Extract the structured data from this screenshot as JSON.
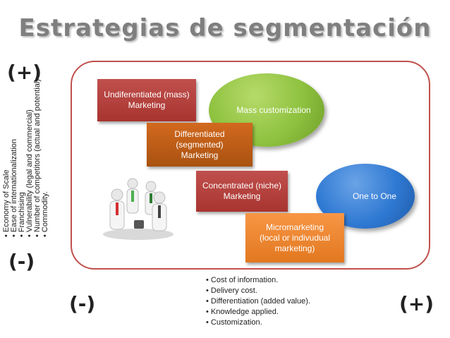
{
  "title": "Estrategias de segmentación",
  "signs": {
    "top_left": "(+)",
    "bottom_left": "(-)",
    "bottom_middle": "(-)",
    "bottom_right": "(+)"
  },
  "vertical_list": [
    "• Economy of Scale",
    "• Ease of internationalization",
    "• Franchising",
    "• Vulnerability (legal and commercial)",
    "• Number of competitors (actual and potential)",
    "• Commodity."
  ],
  "boxes": {
    "undifferentiated": "Undiferentiated (mass)\nMarketing",
    "differentiated": "Differentiated\n(segmented)\nMarketing",
    "concentrated": "Concentrated (niche)\nMarketing",
    "micromarketing": "Micromarketing\n(local or indivudual\nmarketing)"
  },
  "circles": {
    "mass_customization": "Mass customization",
    "one_to_one": "One to One"
  },
  "bottom_list": [
    "•   Cost of information.",
    "•   Delivery cost.",
    "•   Differentiation (added value).",
    "•   Knowledge applied.",
    "• Customization."
  ],
  "colors": {
    "frame_border": "#c0504d",
    "red_box": "#c0504d",
    "dark_orange_box": "#d2691e",
    "orange_box": "#f79646",
    "green_circle": "#8ec23f",
    "blue_circle": "#2f79d3",
    "title": "#7f7f7f"
  }
}
